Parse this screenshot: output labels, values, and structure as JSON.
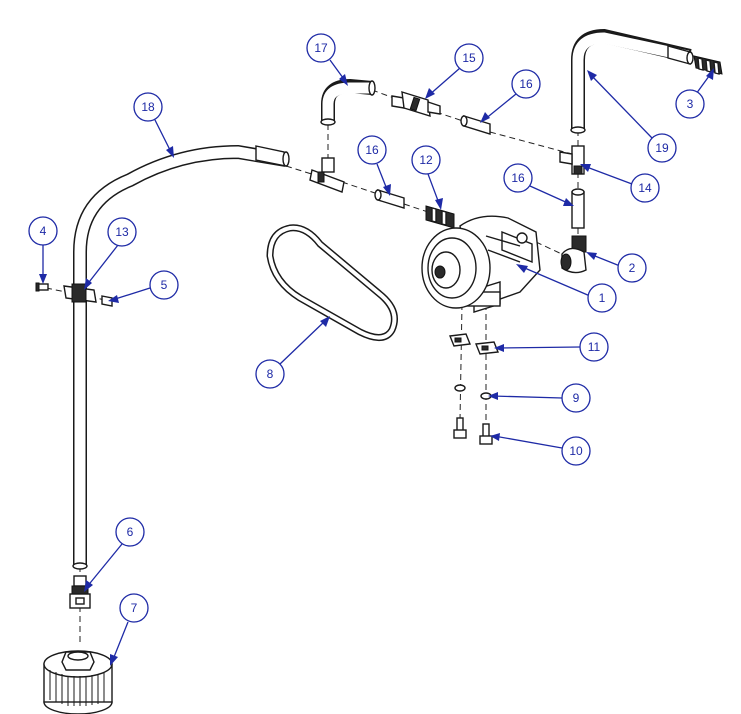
{
  "callouts": {
    "c1": "1",
    "c2": "2",
    "c3": "3",
    "c4": "4",
    "c5": "5",
    "c6": "6",
    "c7": "7",
    "c8": "8",
    "c9": "9",
    "c10": "10",
    "c11": "11",
    "c12": "12",
    "c13": "13",
    "c14": "14",
    "c15": "15",
    "c16a": "16",
    "c16b": "16",
    "c16c": "16",
    "c17": "17",
    "c18": "18",
    "c19": "19"
  },
  "colors": {
    "callout": "#1e2aa6",
    "line": "#1a1a1a"
  }
}
